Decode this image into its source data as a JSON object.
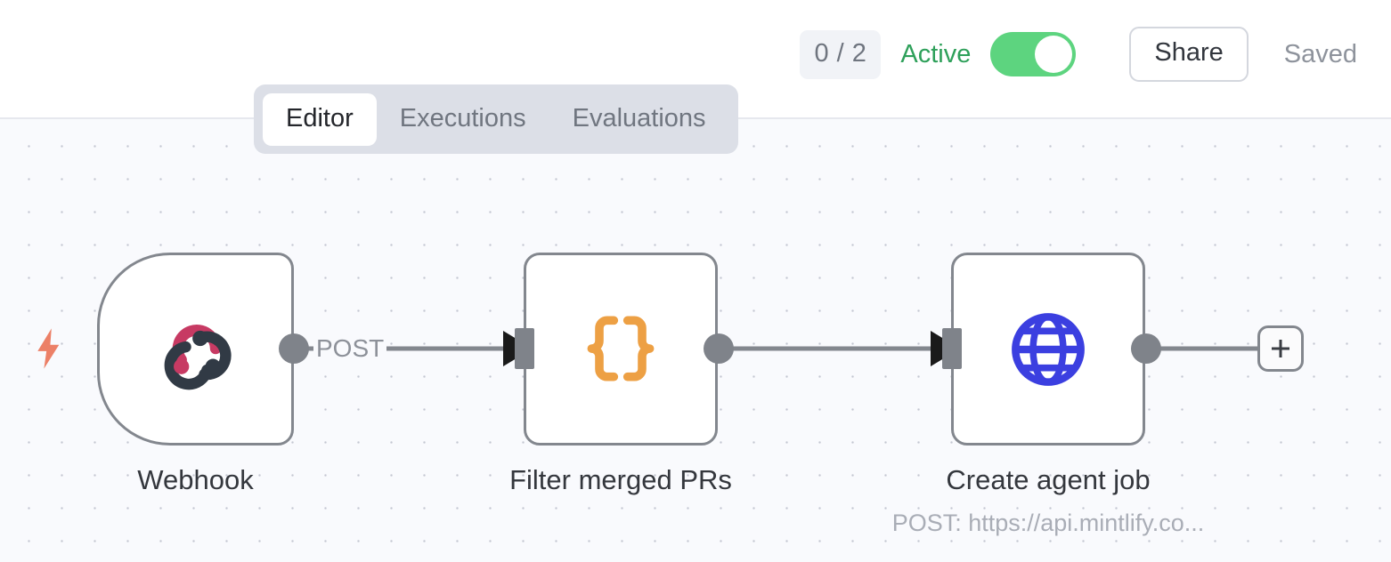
{
  "header": {
    "run_badge": "0 / 2",
    "active_label": "Active",
    "toggle_state": "on",
    "share_label": "Share",
    "saved_label": "Saved",
    "active_color": "#2ea05a",
    "toggle_color": "#5dd47f"
  },
  "tabs": [
    {
      "label": "Editor",
      "active": true
    },
    {
      "label": "Executions",
      "active": false
    },
    {
      "label": "Evaluations",
      "active": false
    }
  ],
  "canvas": {
    "nodes": [
      {
        "id": "webhook",
        "label": "Webhook",
        "sublabel": "",
        "icon": "webhook-icon",
        "type": "trigger",
        "icon_colors": [
          "#c73a63",
          "#313a45"
        ]
      },
      {
        "id": "filter-merged-prs",
        "label": "Filter merged PRs",
        "sublabel": "",
        "icon": "curly-braces-icon",
        "type": "step",
        "icon_colors": [
          "#eda044"
        ]
      },
      {
        "id": "create-agent-job",
        "label": "Create agent job",
        "sublabel": "POST: https://api.mintlify.co...",
        "icon": "globe-icon",
        "type": "step",
        "icon_colors": [
          "#3b3fe0"
        ]
      }
    ],
    "edges": [
      {
        "from": "webhook",
        "to": "filter-merged-prs",
        "label": "POST"
      },
      {
        "from": "filter-merged-prs",
        "to": "create-agent-job",
        "label": ""
      }
    ],
    "add_node_button": "+",
    "trigger_bolt": "lightning-bolt-icon",
    "bolt_color": "#ec8067"
  }
}
